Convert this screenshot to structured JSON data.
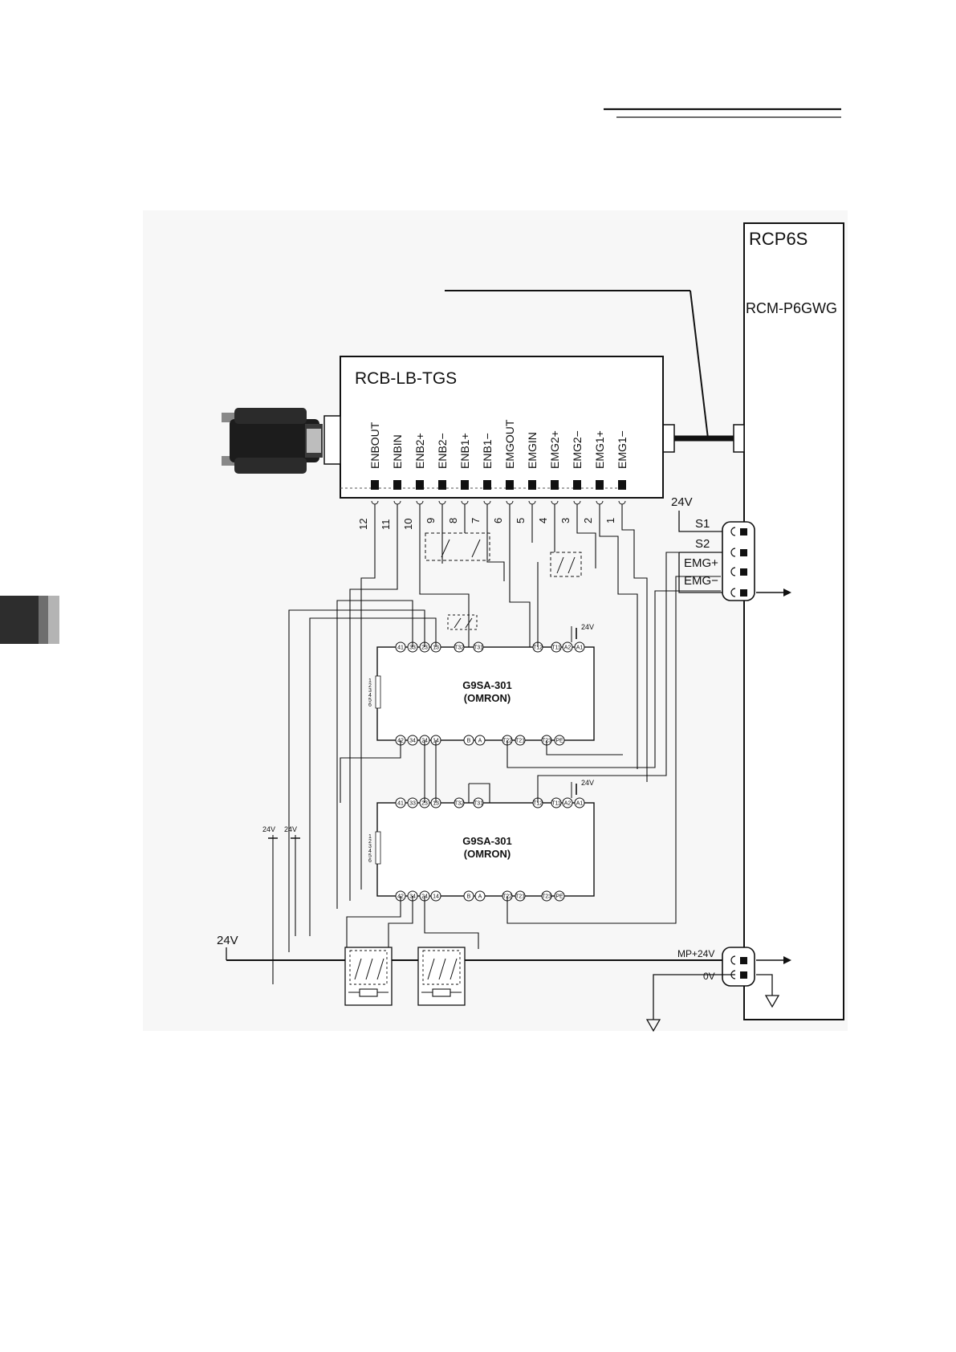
{
  "controller": {
    "name": "RCP6S",
    "module": "RCM-P6GWG"
  },
  "teaching_box": {
    "name": "RCB-LB-TGS"
  },
  "connector_pins": [
    {
      "label": "ENBOUT",
      "num": "12"
    },
    {
      "label": "ENBIN",
      "num": "11"
    },
    {
      "label": "ENB2+",
      "num": "10"
    },
    {
      "label": "ENB2−",
      "num": "9"
    },
    {
      "label": "ENB1+",
      "num": "8"
    },
    {
      "label": "ENB1−",
      "num": "7"
    },
    {
      "label": "EMGOUT",
      "num": "6"
    },
    {
      "label": "EMGIN",
      "num": "5"
    },
    {
      "label": "EMG2+",
      "num": "4"
    },
    {
      "label": "EMG2−",
      "num": "3"
    },
    {
      "label": "EMG1+",
      "num": "2"
    },
    {
      "label": "EMG1−",
      "num": "1"
    }
  ],
  "system_io": {
    "supply": "24V",
    "terminals": [
      "S1",
      "S2",
      "EMG+",
      "EMG−"
    ]
  },
  "power": {
    "supply": "24V",
    "mp_label": "MP+24V",
    "zero_label": "0V"
  },
  "relays": [
    {
      "model": "G9SA-301",
      "maker": "(OMRON)",
      "top_terminals": [
        "41",
        "33",
        "23",
        "13",
        "T32",
        "T31",
        "T12",
        "T11",
        "A2",
        "A1"
      ],
      "bottom_terminals": [
        "42",
        "34",
        "24",
        "14",
        "B",
        "A",
        "T22",
        "T21",
        "T23",
        "PE"
      ],
      "supply": "24V"
    },
    {
      "model": "G9SA-301",
      "maker": "(OMRON)",
      "top_terminals": [
        "41",
        "33",
        "23",
        "13",
        "T32",
        "T31",
        "T12",
        "T11",
        "A2",
        "A1"
      ],
      "bottom_terminals": [
        "42",
        "34",
        "24",
        "14",
        "B",
        "A",
        "T22",
        "T21",
        "T23",
        "PE"
      ],
      "supply": "24V"
    }
  ],
  "side_scale": [
    "1",
    "2",
    "3",
    "4",
    "5",
    "6"
  ],
  "supply_labels": [
    "24V",
    "24V"
  ]
}
